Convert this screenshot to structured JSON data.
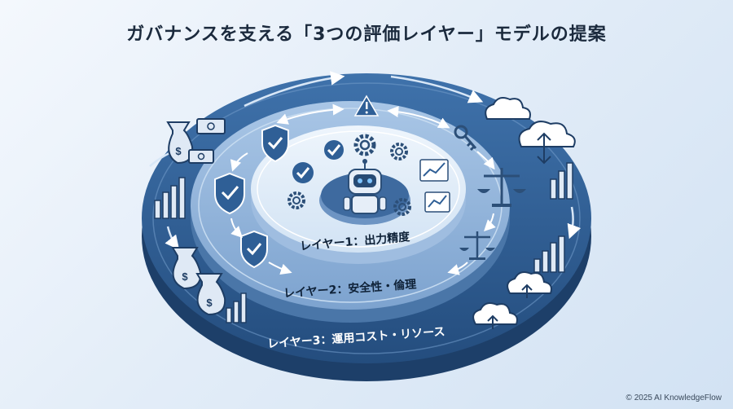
{
  "title": "ガバナンスを支える「3つの評価レイヤー」モデルの提案",
  "layers": [
    {
      "label": "レイヤー1：出力精度"
    },
    {
      "label": "レイヤー2：安全性・倫理"
    },
    {
      "label": "レイヤー3：運用コスト・リソース"
    }
  ],
  "icons": {
    "center": "robot-icon",
    "layer1": [
      "check-icon",
      "gear-icon",
      "chart-icon"
    ],
    "layer2": [
      "shield-check-icon",
      "warning-icon",
      "key-icon",
      "scales-icon"
    ],
    "layer3": [
      "money-bag-icon",
      "banknote-icon",
      "bar-chart-icon",
      "cloud-icon"
    ]
  },
  "colors": {
    "outer_ring": "#2f5f96",
    "middle_ring": "#8db0d8",
    "inner_disc": "#dce9f6",
    "title": "#1b2a3d"
  },
  "copyright": "© 2025 AI KnowledgeFlow"
}
